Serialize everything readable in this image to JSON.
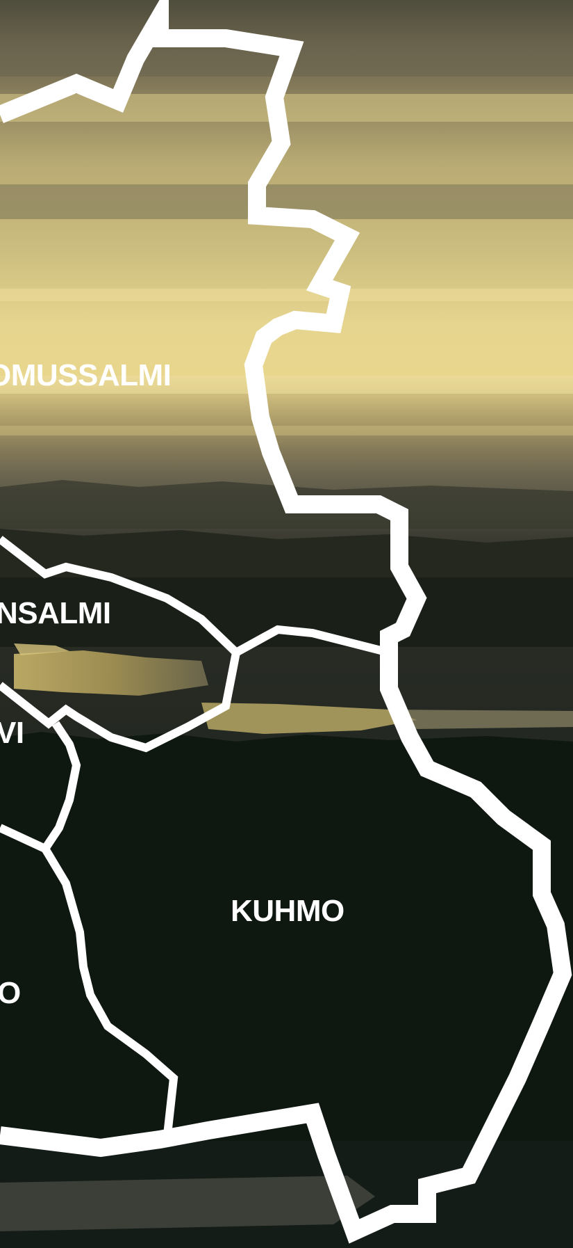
{
  "map": {
    "regions": [
      {
        "id": "suomussalmi",
        "label": "OMUSSALMI"
      },
      {
        "id": "hyrynsalmi",
        "label": "NSALMI"
      },
      {
        "id": "ristijarvi",
        "label": "VI"
      },
      {
        "id": "kuhmo",
        "label": "KUHMO"
      },
      {
        "id": "sotkamo",
        "label": "O"
      }
    ],
    "colors": {
      "border": "#ffffff",
      "sky_top": "#5f5a46",
      "sky_glow": "#e7d489",
      "horizon": "#c8b872",
      "water": "#b9a662",
      "forest": "#0f1a12"
    }
  }
}
